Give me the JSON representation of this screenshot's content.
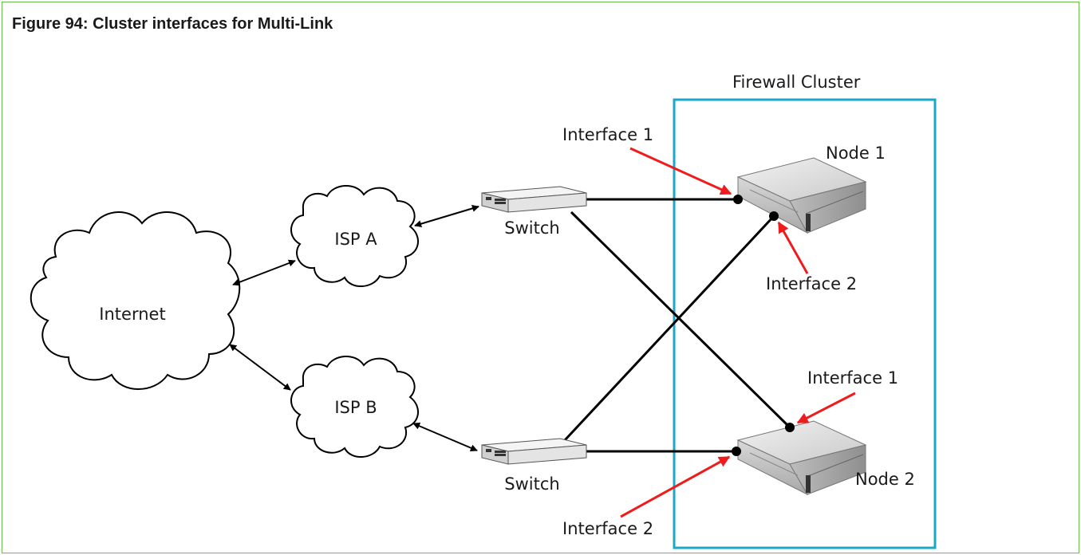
{
  "figure": {
    "title": "Figure 94: Cluster interfaces for Multi-Link"
  },
  "diagram": {
    "cluster_label": "Firewall Cluster",
    "clouds": {
      "internet": "Internet",
      "isp_a": "ISP A",
      "isp_b": "ISP B"
    },
    "switches": {
      "top": "Switch",
      "bottom": "Switch"
    },
    "nodes": {
      "node1": "Node 1",
      "node2": "Node 2"
    },
    "interfaces": {
      "node1_if1": "Interface 1",
      "node1_if2": "Interface 2",
      "node2_if1": "Interface 1",
      "node2_if2": "Interface 2"
    },
    "colors": {
      "cluster_border": "#1ba7c9",
      "pointer_arrow": "#ee1c1c",
      "frame_border": "#6abf4b"
    }
  }
}
